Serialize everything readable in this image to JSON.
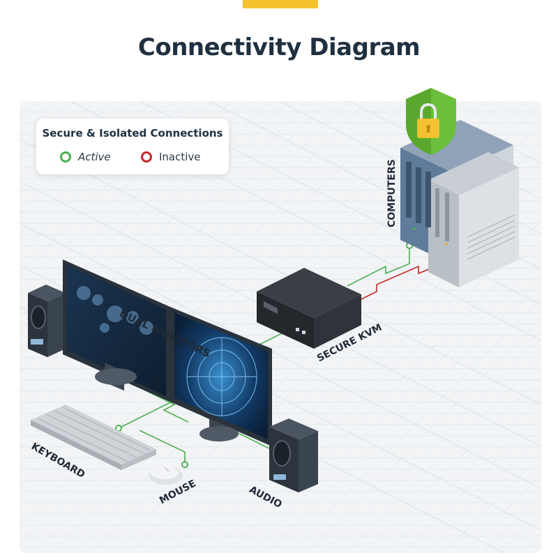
{
  "title": "Connectivity Diagram",
  "legend": {
    "title": "Secure & Isolated Connections",
    "active_label": "Active",
    "inactive_label": "Inactive",
    "active_color": "#4caf50",
    "inactive_color": "#c62828"
  },
  "labels": {
    "dual_monitors": "DUAL MONITORS",
    "secure_kvm": "SECURE KVM",
    "computers": "COMPUTERS",
    "keyboard": "KEYBOARD",
    "mouse": "MOUSE",
    "audio": "AUDIO"
  },
  "icons": [
    "shield-lock-icon",
    "computer-tower-icon",
    "kvm-switch-icon",
    "monitor-icon",
    "speaker-icon",
    "keyboard-icon",
    "mouse-icon"
  ],
  "colors": {
    "accent": "#f5c12e",
    "title": "#1f3040",
    "shield": "#6cbf3a",
    "lock": "#f2c230",
    "active_line": "#4caf50",
    "inactive_line": "#c62828"
  }
}
